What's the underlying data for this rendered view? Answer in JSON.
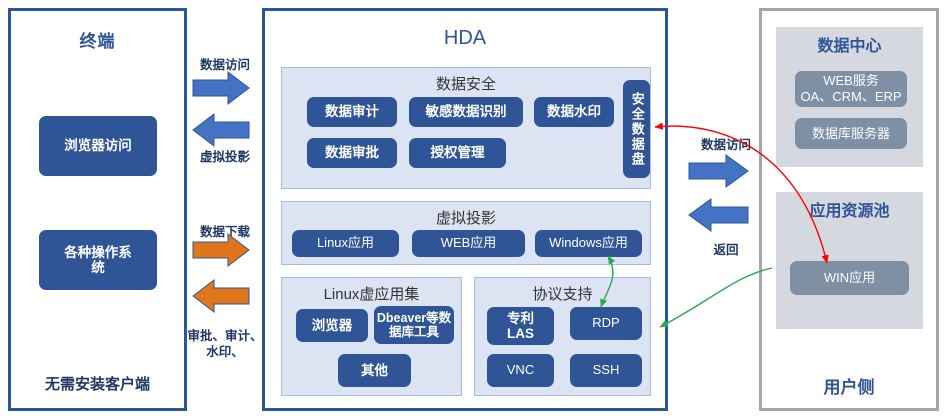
{
  "diagram": {
    "panels": {
      "terminal": {
        "title": "终端",
        "footer": "无需安装客户端"
      },
      "hda": {
        "title": "HDA"
      },
      "user": {
        "footer": "用户侧"
      }
    },
    "terminal_boxes": [
      {
        "label": "浏览器访问"
      },
      {
        "label": "各种操作系\n统"
      }
    ],
    "hda_groups": [
      {
        "title": "数据安全",
        "boxes": [
          {
            "label": "数据审计"
          },
          {
            "label": "敏感数据识别"
          },
          {
            "label": "数据水印"
          },
          {
            "label": "安全数据盘"
          },
          {
            "label": "数据审批"
          },
          {
            "label": "授权管理"
          }
        ]
      },
      {
        "title": "虚拟投影",
        "boxes": [
          {
            "label": "Linux应用"
          },
          {
            "label": "WEB应用"
          },
          {
            "label": "Windows应用"
          }
        ]
      },
      {
        "title": "Linux虚应用集",
        "boxes": [
          {
            "label": "浏览器"
          },
          {
            "label": "Dbeaver等数据库工具"
          },
          {
            "label": "其他"
          }
        ]
      },
      {
        "title": "协议支持",
        "boxes": [
          {
            "label": "专利\nLAS"
          },
          {
            "label": "RDP"
          },
          {
            "label": "VNC"
          },
          {
            "label": "SSH"
          }
        ]
      }
    ],
    "user_groups": [
      {
        "title": "数据中心",
        "boxes": [
          {
            "label": "WEB服务\nOA、CRM、ERP"
          },
          {
            "label": "数据库服务器"
          }
        ]
      },
      {
        "title": "应用资源池",
        "boxes": [
          {
            "label": "WIN应用"
          }
        ]
      }
    ],
    "arrows": {
      "left_top_label": "数据访问",
      "left_top_sublabel": "虚拟投影",
      "left_bottom_label": "数据下载",
      "left_bottom_sublabel": "审批、审计、\n水印、",
      "right_top_label": "数据访问",
      "right_bottom_label": "返回"
    },
    "colors": {
      "navy": "#2F5597",
      "panel_blue": "#DCE3F2",
      "panel_border": "#A8BCDF",
      "slate": "#7F8FA4",
      "panel_gray": "#D5D9DF",
      "arrow_blue": "#4472C4",
      "arrow_orange": "#E0761B",
      "curve_red": "#FF0000",
      "curve_green": "#2EA84F",
      "frame_gray": "#A6A6A6"
    }
  }
}
